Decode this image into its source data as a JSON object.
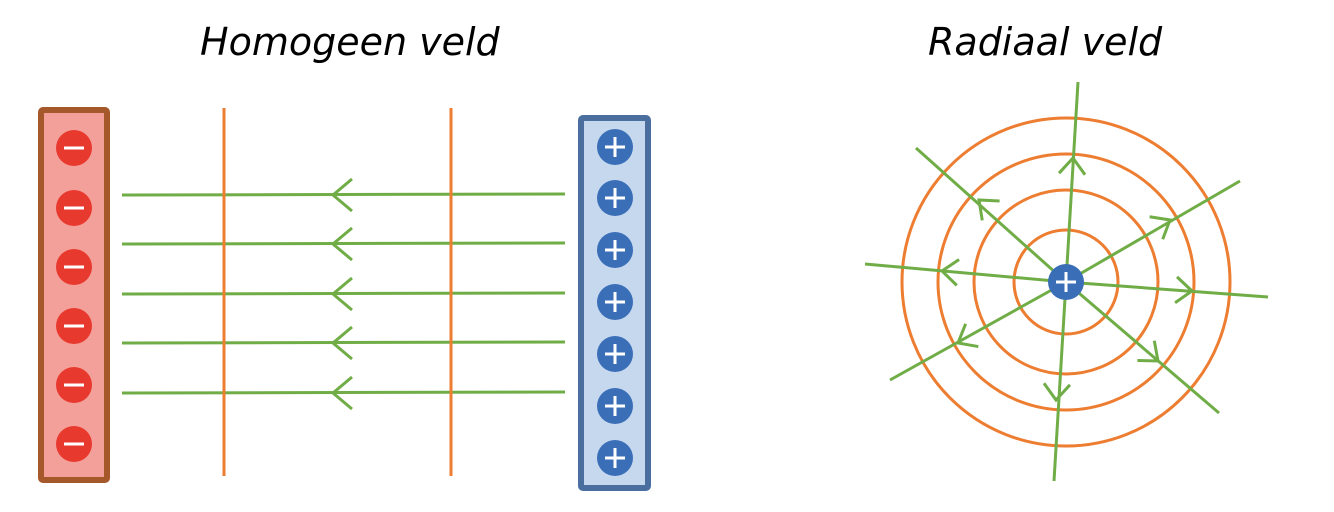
{
  "homogeneous": {
    "title": "Homogeen veld",
    "negative_plate": {
      "charge_sign": "−",
      "charge_count": 6
    },
    "positive_plate": {
      "charge_sign": "+",
      "charge_count": 7
    },
    "field_line_count": 5,
    "equipotential_line_count": 2
  },
  "radial": {
    "title": "Radiaal veld",
    "center_charge_sign": "+",
    "equipotential_circle_count": 4,
    "field_line_count": 8
  },
  "colors": {
    "field_line": "#70ad47",
    "equipotential": "#ed7d31",
    "negative_fill": "#e8392f",
    "negative_plate_fill": "#f4a09a",
    "negative_plate_border": "#a5592b",
    "positive_fill": "#3a6fb7",
    "positive_plate_fill": "#c5d8ee",
    "positive_plate_border": "#4a6e9e"
  }
}
